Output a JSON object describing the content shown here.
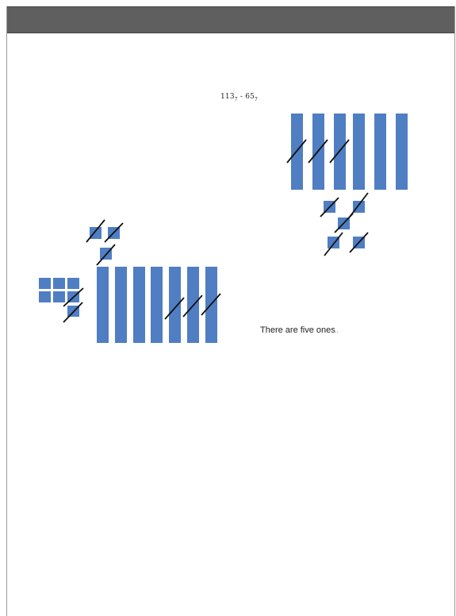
{
  "problem": {
    "minuend": "113",
    "subtrahend": "65",
    "base": "7",
    "operator": "-"
  },
  "caption": {
    "text": "There are five ones",
    "ellipsis": ".."
  },
  "colors": {
    "block_fill": "#4f7ec3",
    "header_bar": "#5f5f5f"
  }
}
